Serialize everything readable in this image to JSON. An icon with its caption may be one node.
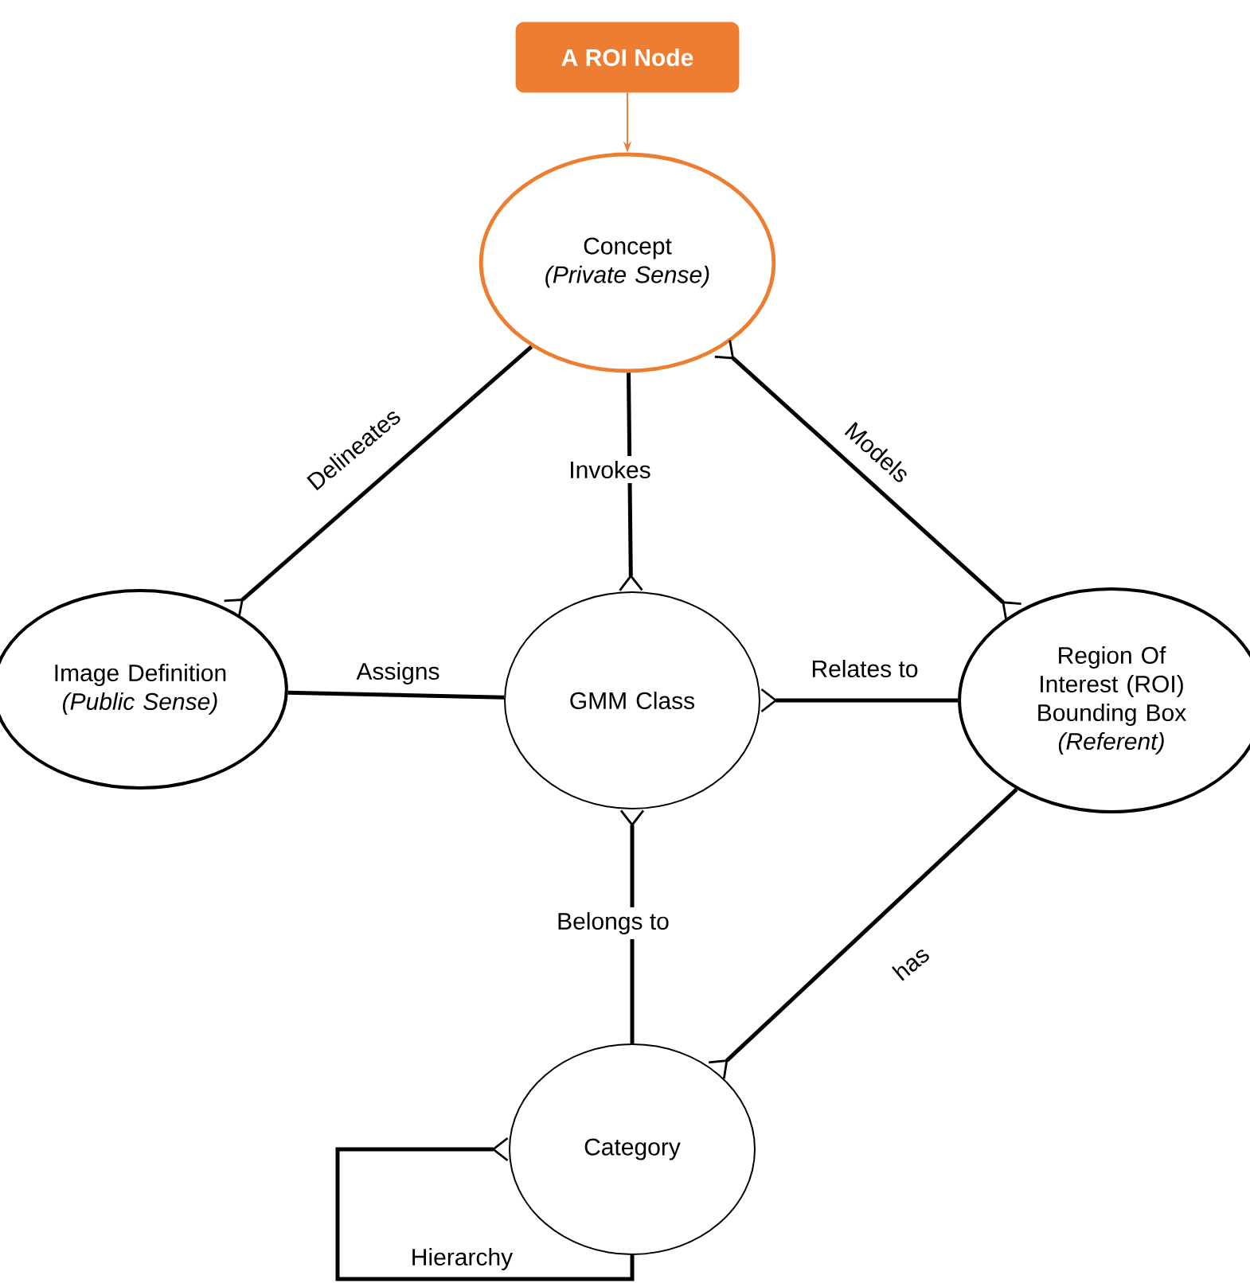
{
  "diagram": {
    "nodes": [
      {
        "text": [
          "A ROI Node"
        ]
      },
      {
        "text": [
          "Concept",
          "(Private Sense)"
        ]
      },
      {
        "text": [
          "Image Definition",
          "(Public Sense)"
        ]
      },
      {
        "text": [
          "GMM Class"
        ]
      },
      {
        "text": [
          "Region Of Interest (ROI) Bounding Box",
          "(Referent)"
        ]
      },
      {
        "text": [
          "Category"
        ]
      }
    ],
    "edges": [
      {
        "from": 0,
        "to": 1,
        "arrow": "to",
        "color": "#ed7d31"
      },
      {
        "from": 1,
        "to": 2,
        "arrow": "other",
        "label": "Delineates"
      },
      {
        "from": 1,
        "to": 3,
        "arrow": "other",
        "label": "Invokes"
      },
      {
        "from": 4,
        "to": 1,
        "arrow": "other",
        "label": "Models"
      },
      {
        "from": 2,
        "to": 3,
        "arrow": "none",
        "label": "Assigns"
      },
      {
        "from": 4,
        "to": 3,
        "arrow": "other",
        "label": "Relates to"
      },
      {
        "from": 5,
        "to": 3,
        "arrow": "other",
        "label": "Belongs to"
      },
      {
        "from": 4,
        "to": 5,
        "arrow": "other",
        "label": "has"
      },
      {
        "from": 5,
        "to": 5,
        "arrow": "other",
        "label": "Hierarchy"
      }
    ]
  }
}
